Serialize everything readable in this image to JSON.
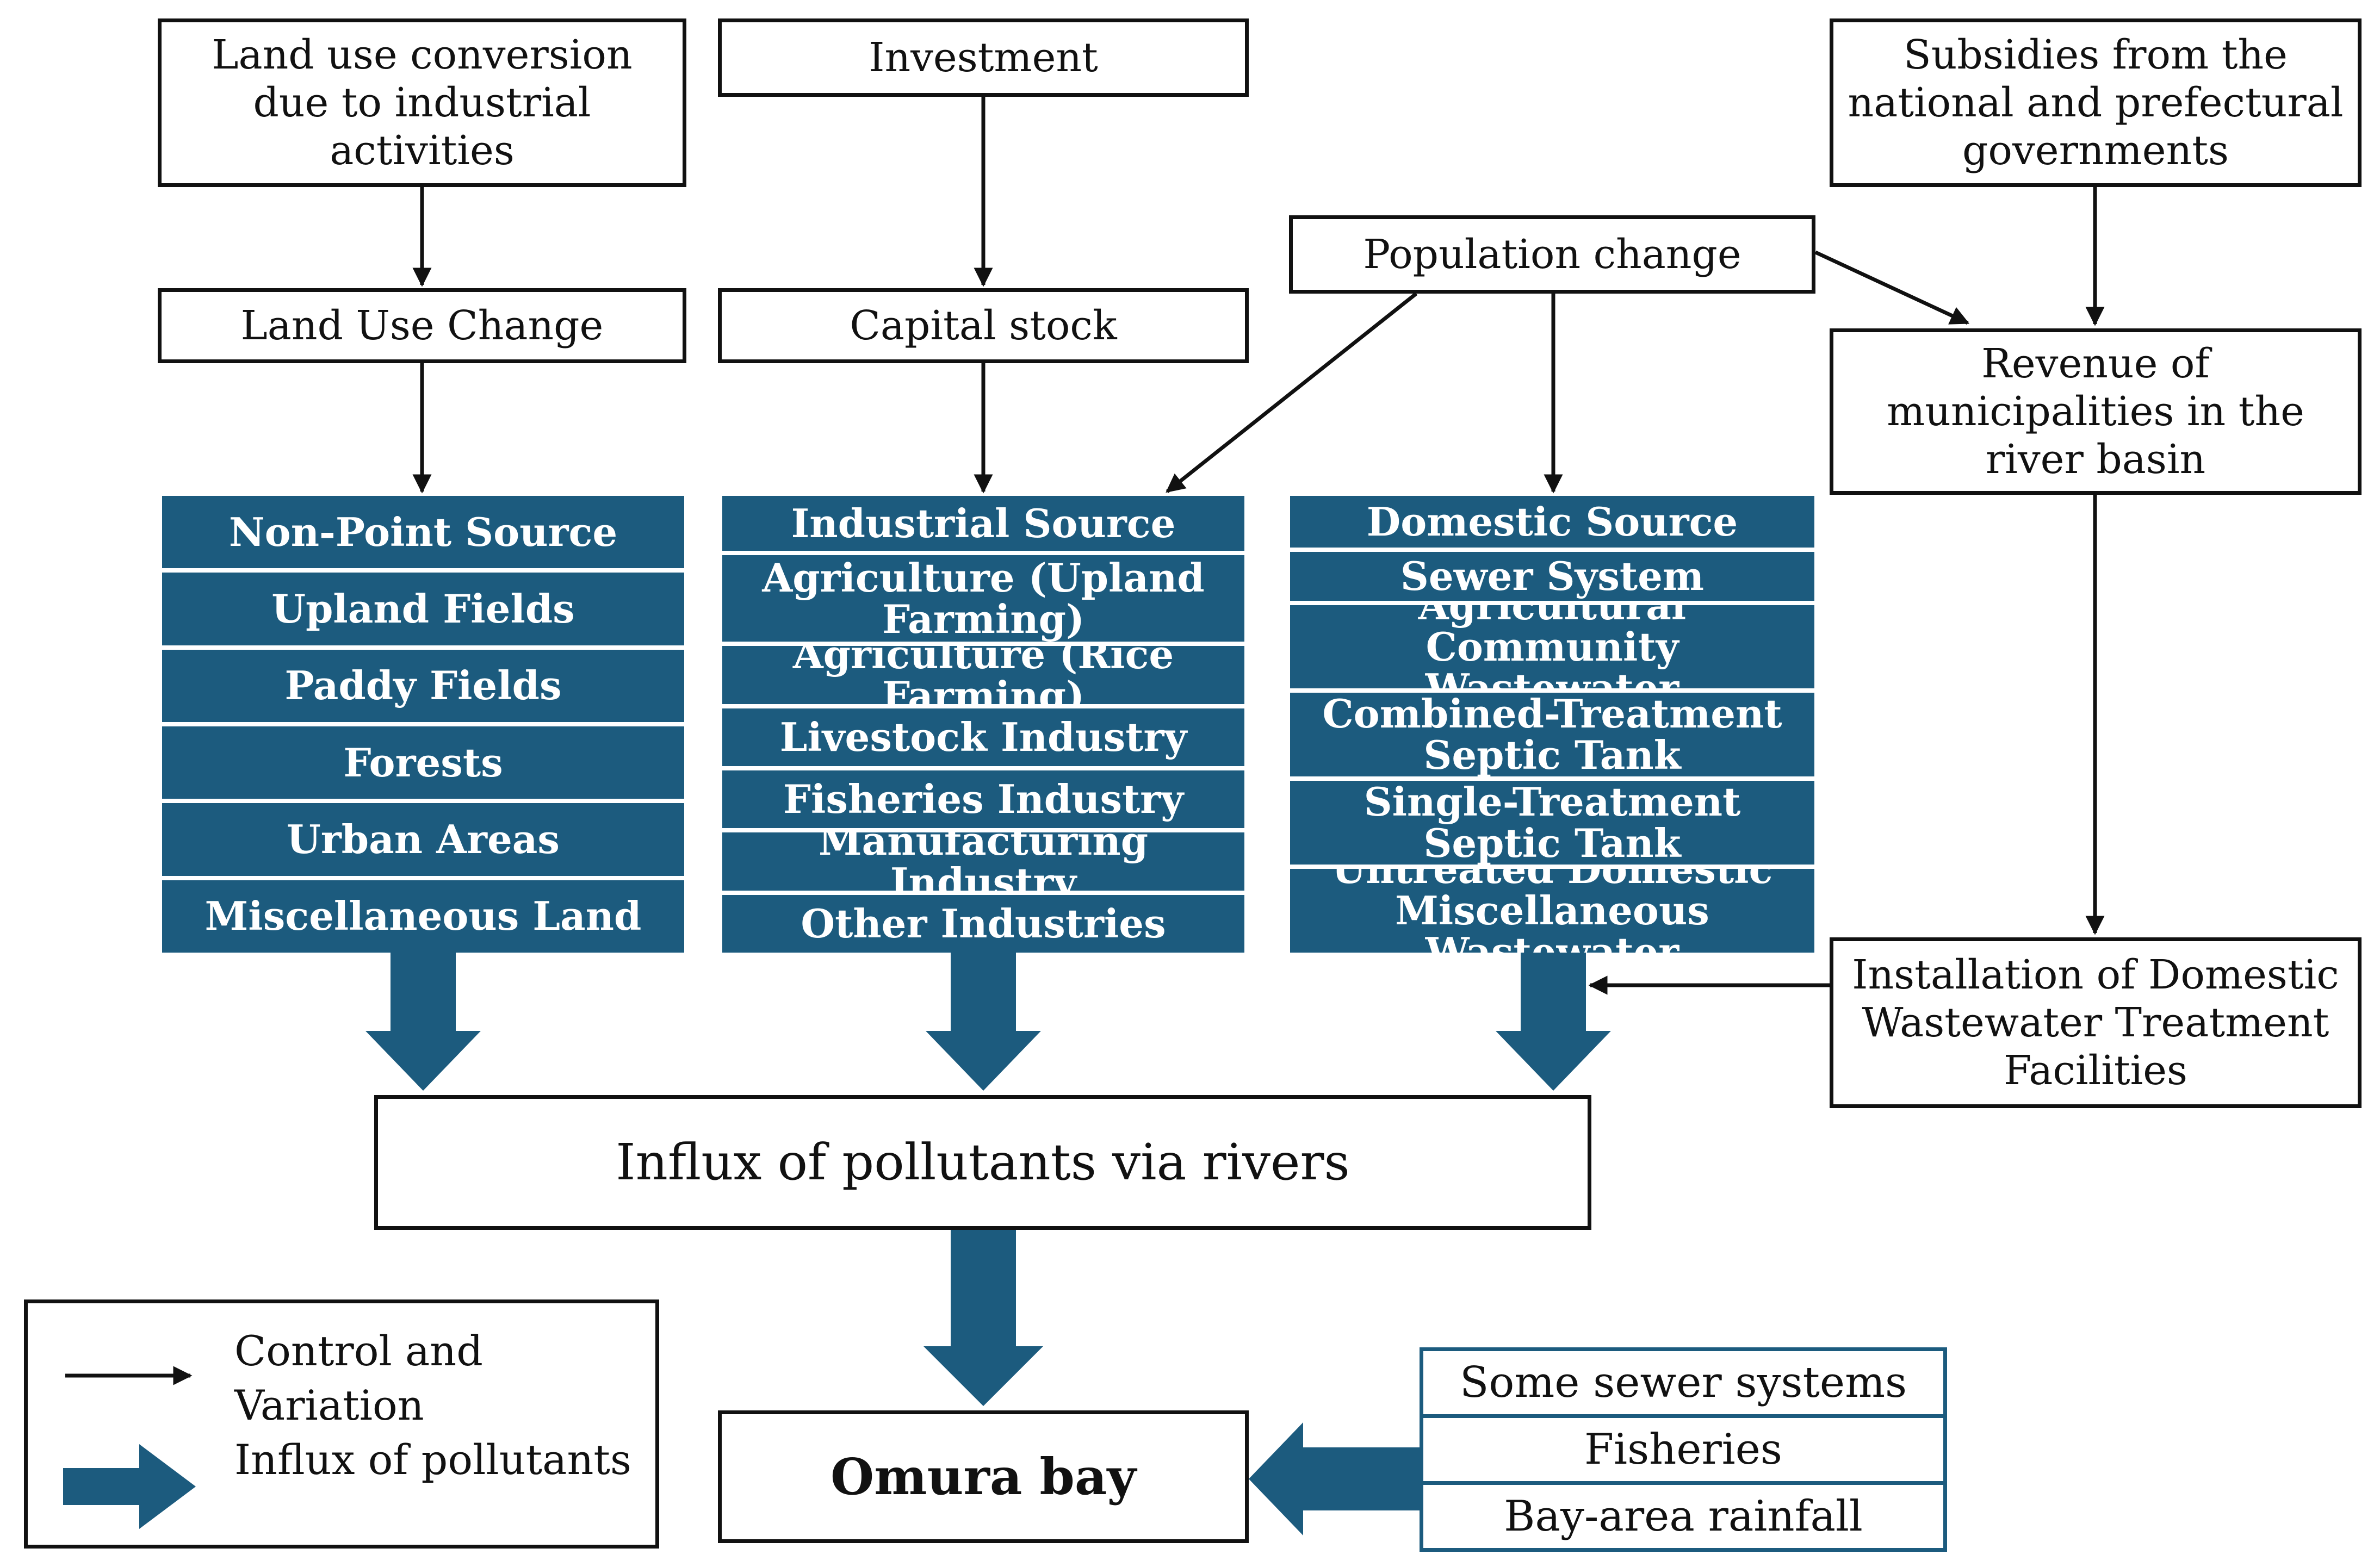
{
  "boxes": {
    "land_conversion": "Land use conversion due to industrial activities",
    "investment": "Investment",
    "subsidies": "Subsidies from the national and prefectural governments",
    "population_change": "Population change",
    "land_use_change": "Land Use Change",
    "capital_stock": "Capital stock",
    "revenue": "Revenue of municipalities in the river basin",
    "installation": "Installation of Domestic Wastewater Treatment Facilities",
    "influx": "Influx of pollutants via rivers",
    "omura": "Omura bay"
  },
  "non_point": {
    "header": "Non-Point Source",
    "items": [
      "Upland Fields",
      "Paddy Fields",
      "Forests",
      "Urban Areas",
      "Miscellaneous Land"
    ]
  },
  "industrial": {
    "header": "Industrial Source",
    "items": [
      "Agriculture (Upland Farming)",
      "Agriculture (Rice Farming)",
      "Livestock Industry",
      "Fisheries Industry",
      "Manufacturing Industry",
      "Other Industries"
    ]
  },
  "domestic": {
    "header": "Domestic Source",
    "items": [
      "Sewer System",
      "Agricultural Community Wastewater",
      "Combined-Treatment Septic Tank",
      "Single-Treatment Septic Tank",
      "Untreated Domestic Miscellaneous Wastewater"
    ]
  },
  "other_sources": [
    "Some sewer systems",
    "Fisheries",
    "Bay-area rainfall"
  ],
  "legend": {
    "control": "Control and Variation",
    "influx": "Influx of pollutants"
  },
  "colors": {
    "source_fill": "#1c5b7e",
    "line": "#111111",
    "flow_arrow": "#1c5b7e"
  }
}
